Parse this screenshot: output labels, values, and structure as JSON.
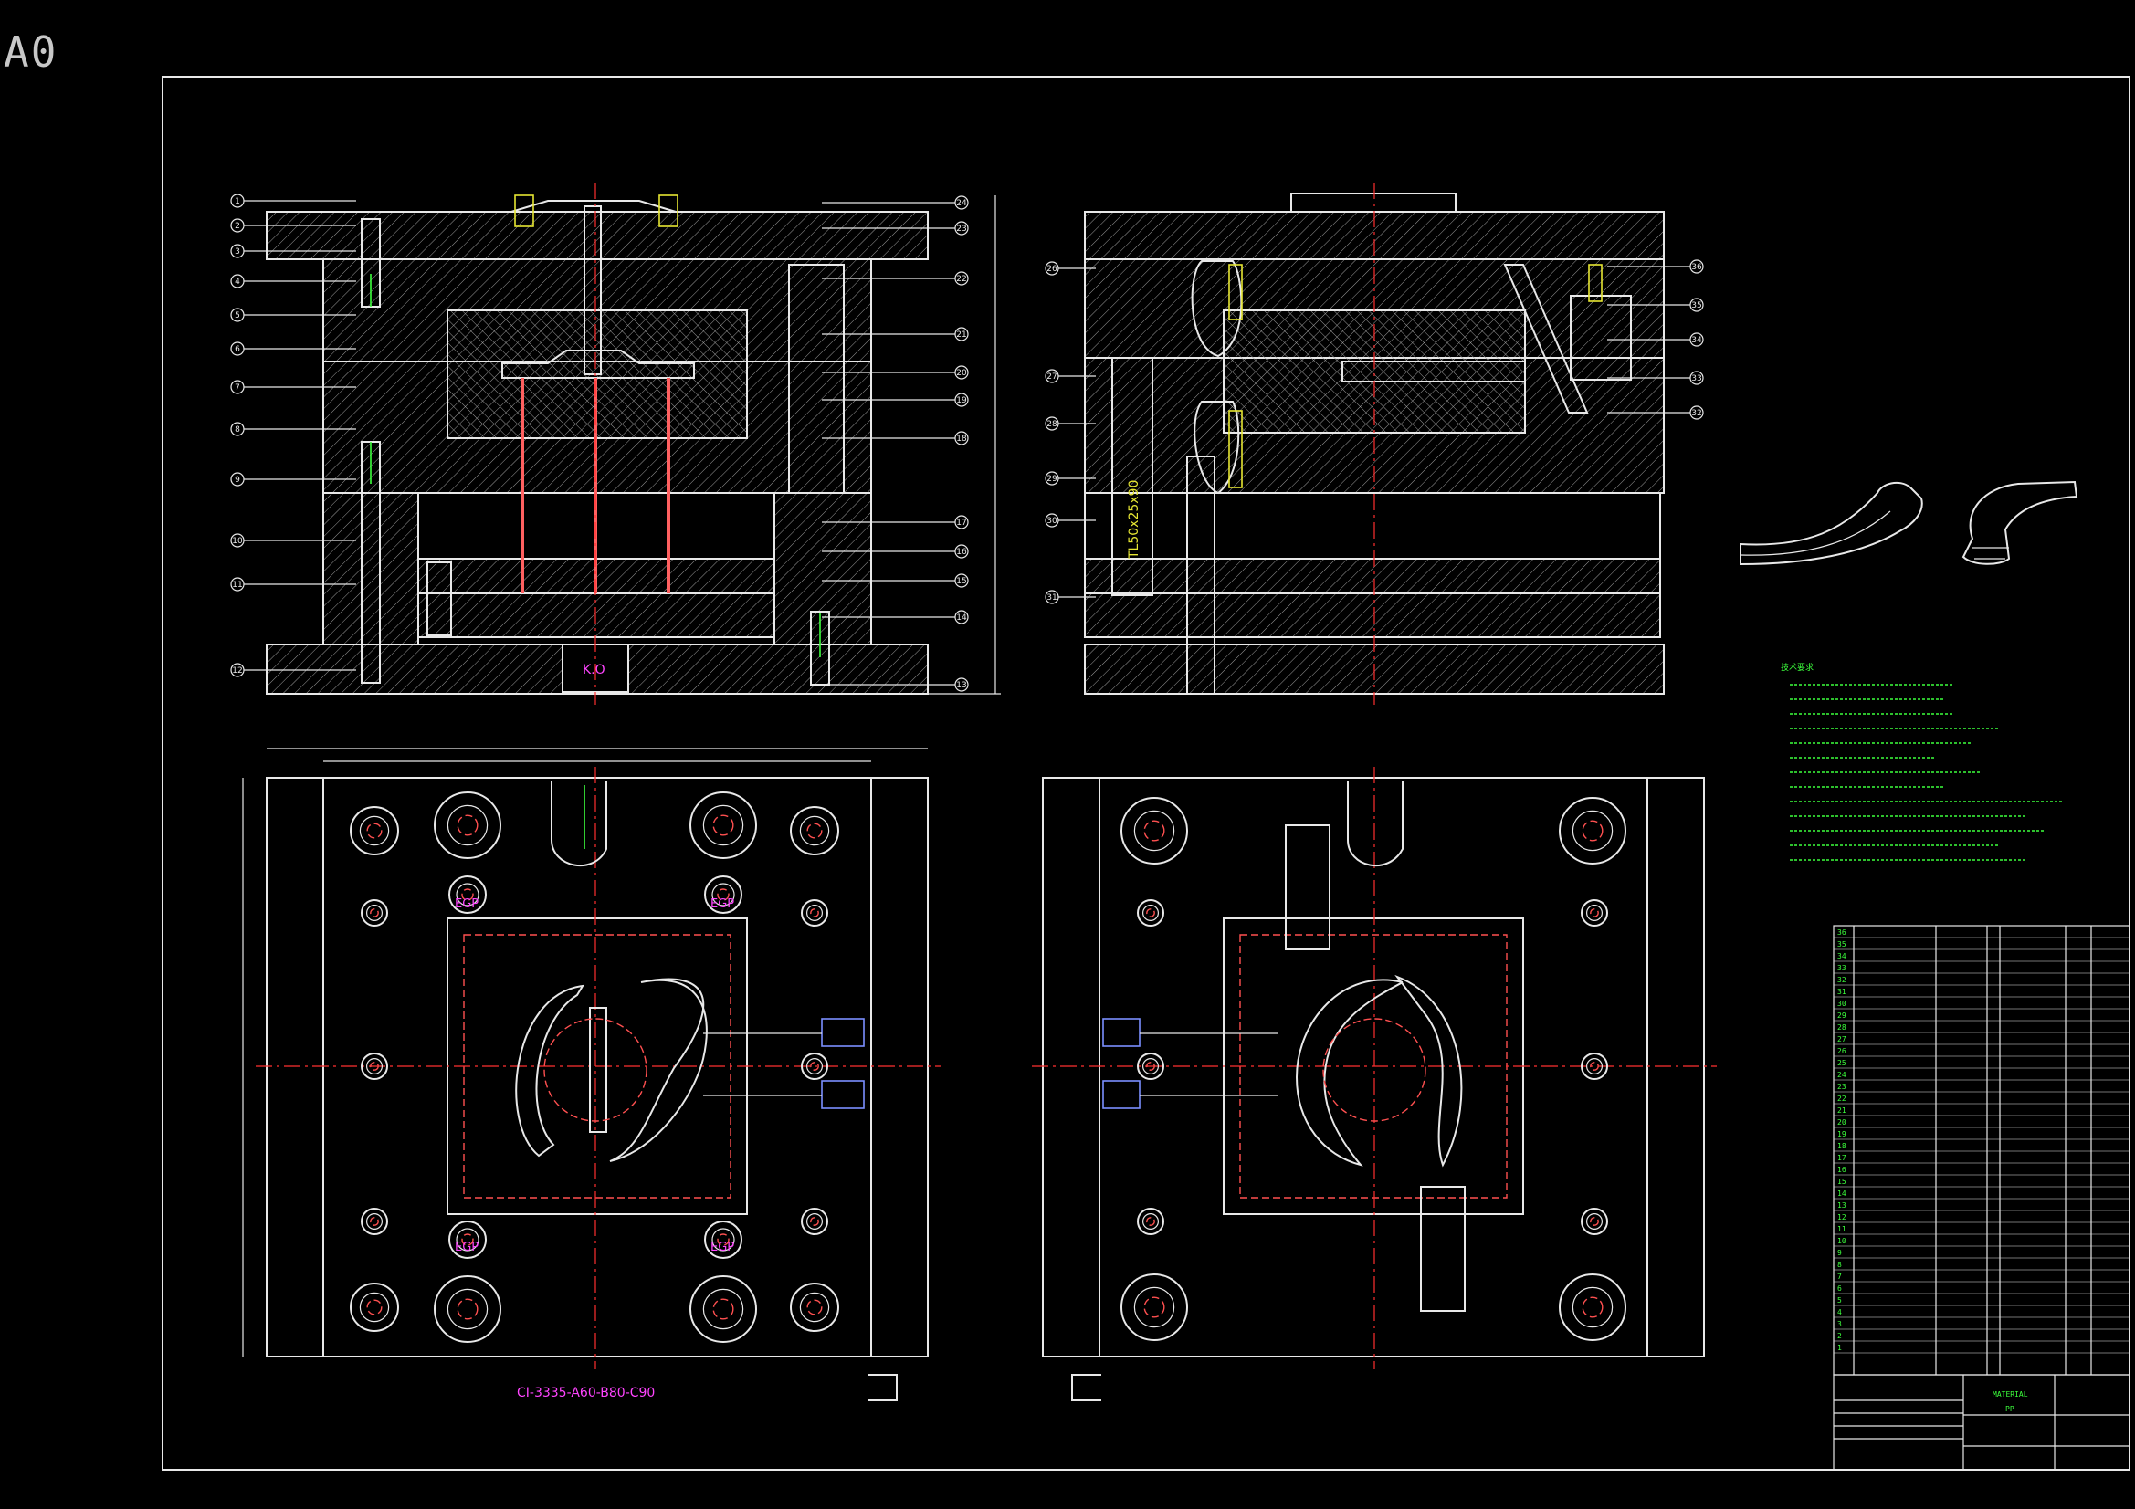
{
  "sheet_size": "A0",
  "egp_label": "EGP",
  "ko_label": "K.O",
  "pillar_label": "TL50x25x90",
  "note_label": "CI-3335-A60-B80-C90",
  "tech_title": "技术要求",
  "callouts_left": [
    "1",
    "2",
    "3",
    "4",
    "5",
    "6",
    "7",
    "8",
    "9",
    "10",
    "11",
    "12"
  ],
  "callouts_right": [
    "24",
    "23",
    "22",
    "21",
    "20",
    "19",
    "18",
    "17",
    "16",
    "15",
    "14",
    "13"
  ],
  "callouts_side_left": [
    "26",
    "27",
    "28",
    "29",
    "30",
    "31"
  ],
  "callouts_side_right": [
    "36",
    "35",
    "34",
    "33",
    "32"
  ],
  "bom_rows": [
    "36",
    "35",
    "34",
    "33",
    "32",
    "31",
    "30",
    "29",
    "28",
    "27",
    "26",
    "25",
    "24",
    "23",
    "22",
    "21",
    "20",
    "19",
    "18",
    "17",
    "16",
    "15",
    "14",
    "13",
    "12",
    "11",
    "10",
    "9",
    "8",
    "7",
    "6",
    "5",
    "4",
    "3",
    "2",
    "1"
  ],
  "title_block": {
    "material_label": "MATERIAL",
    "material_value": "PP"
  }
}
